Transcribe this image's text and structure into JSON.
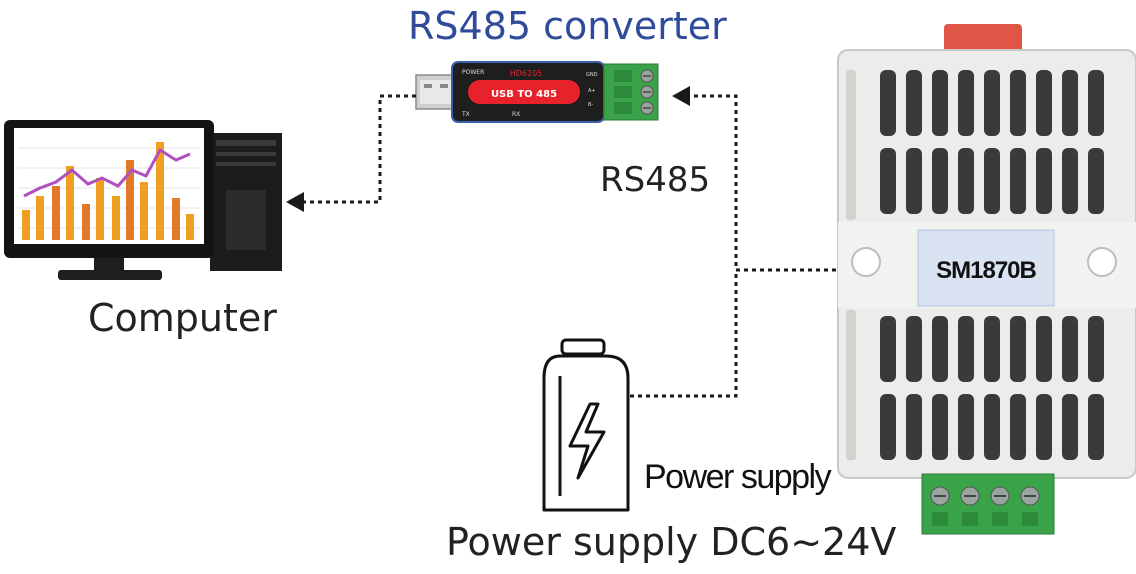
{
  "diagram": {
    "title": "RS485 converter",
    "computer_label": "Computer",
    "bus_label": "RS485",
    "power_icon_label": "Power supply",
    "power_label": "Power supply DC6~24V",
    "device_label": "SM1870B",
    "converter_main_label": "USB TO 485",
    "converter_model": "HD6205",
    "converter_power": "POWER",
    "converter_tx": "TX",
    "converter_rx": "RX",
    "converter_gnd": "GND",
    "converter_a": "A+",
    "converter_b": "B-"
  },
  "colors": {
    "title": "#2f4b9a",
    "connector_line": "#1a1a1a",
    "converter_body": "#1e1e1e",
    "converter_label": "#e8222b",
    "terminal_green": "#3aa34a",
    "device_case": "#ececea",
    "device_label_bg": "#d9e3f2",
    "device_clip": "#e05545",
    "chart_bars": "#f0a020",
    "chart_line": "#b04fc0"
  }
}
